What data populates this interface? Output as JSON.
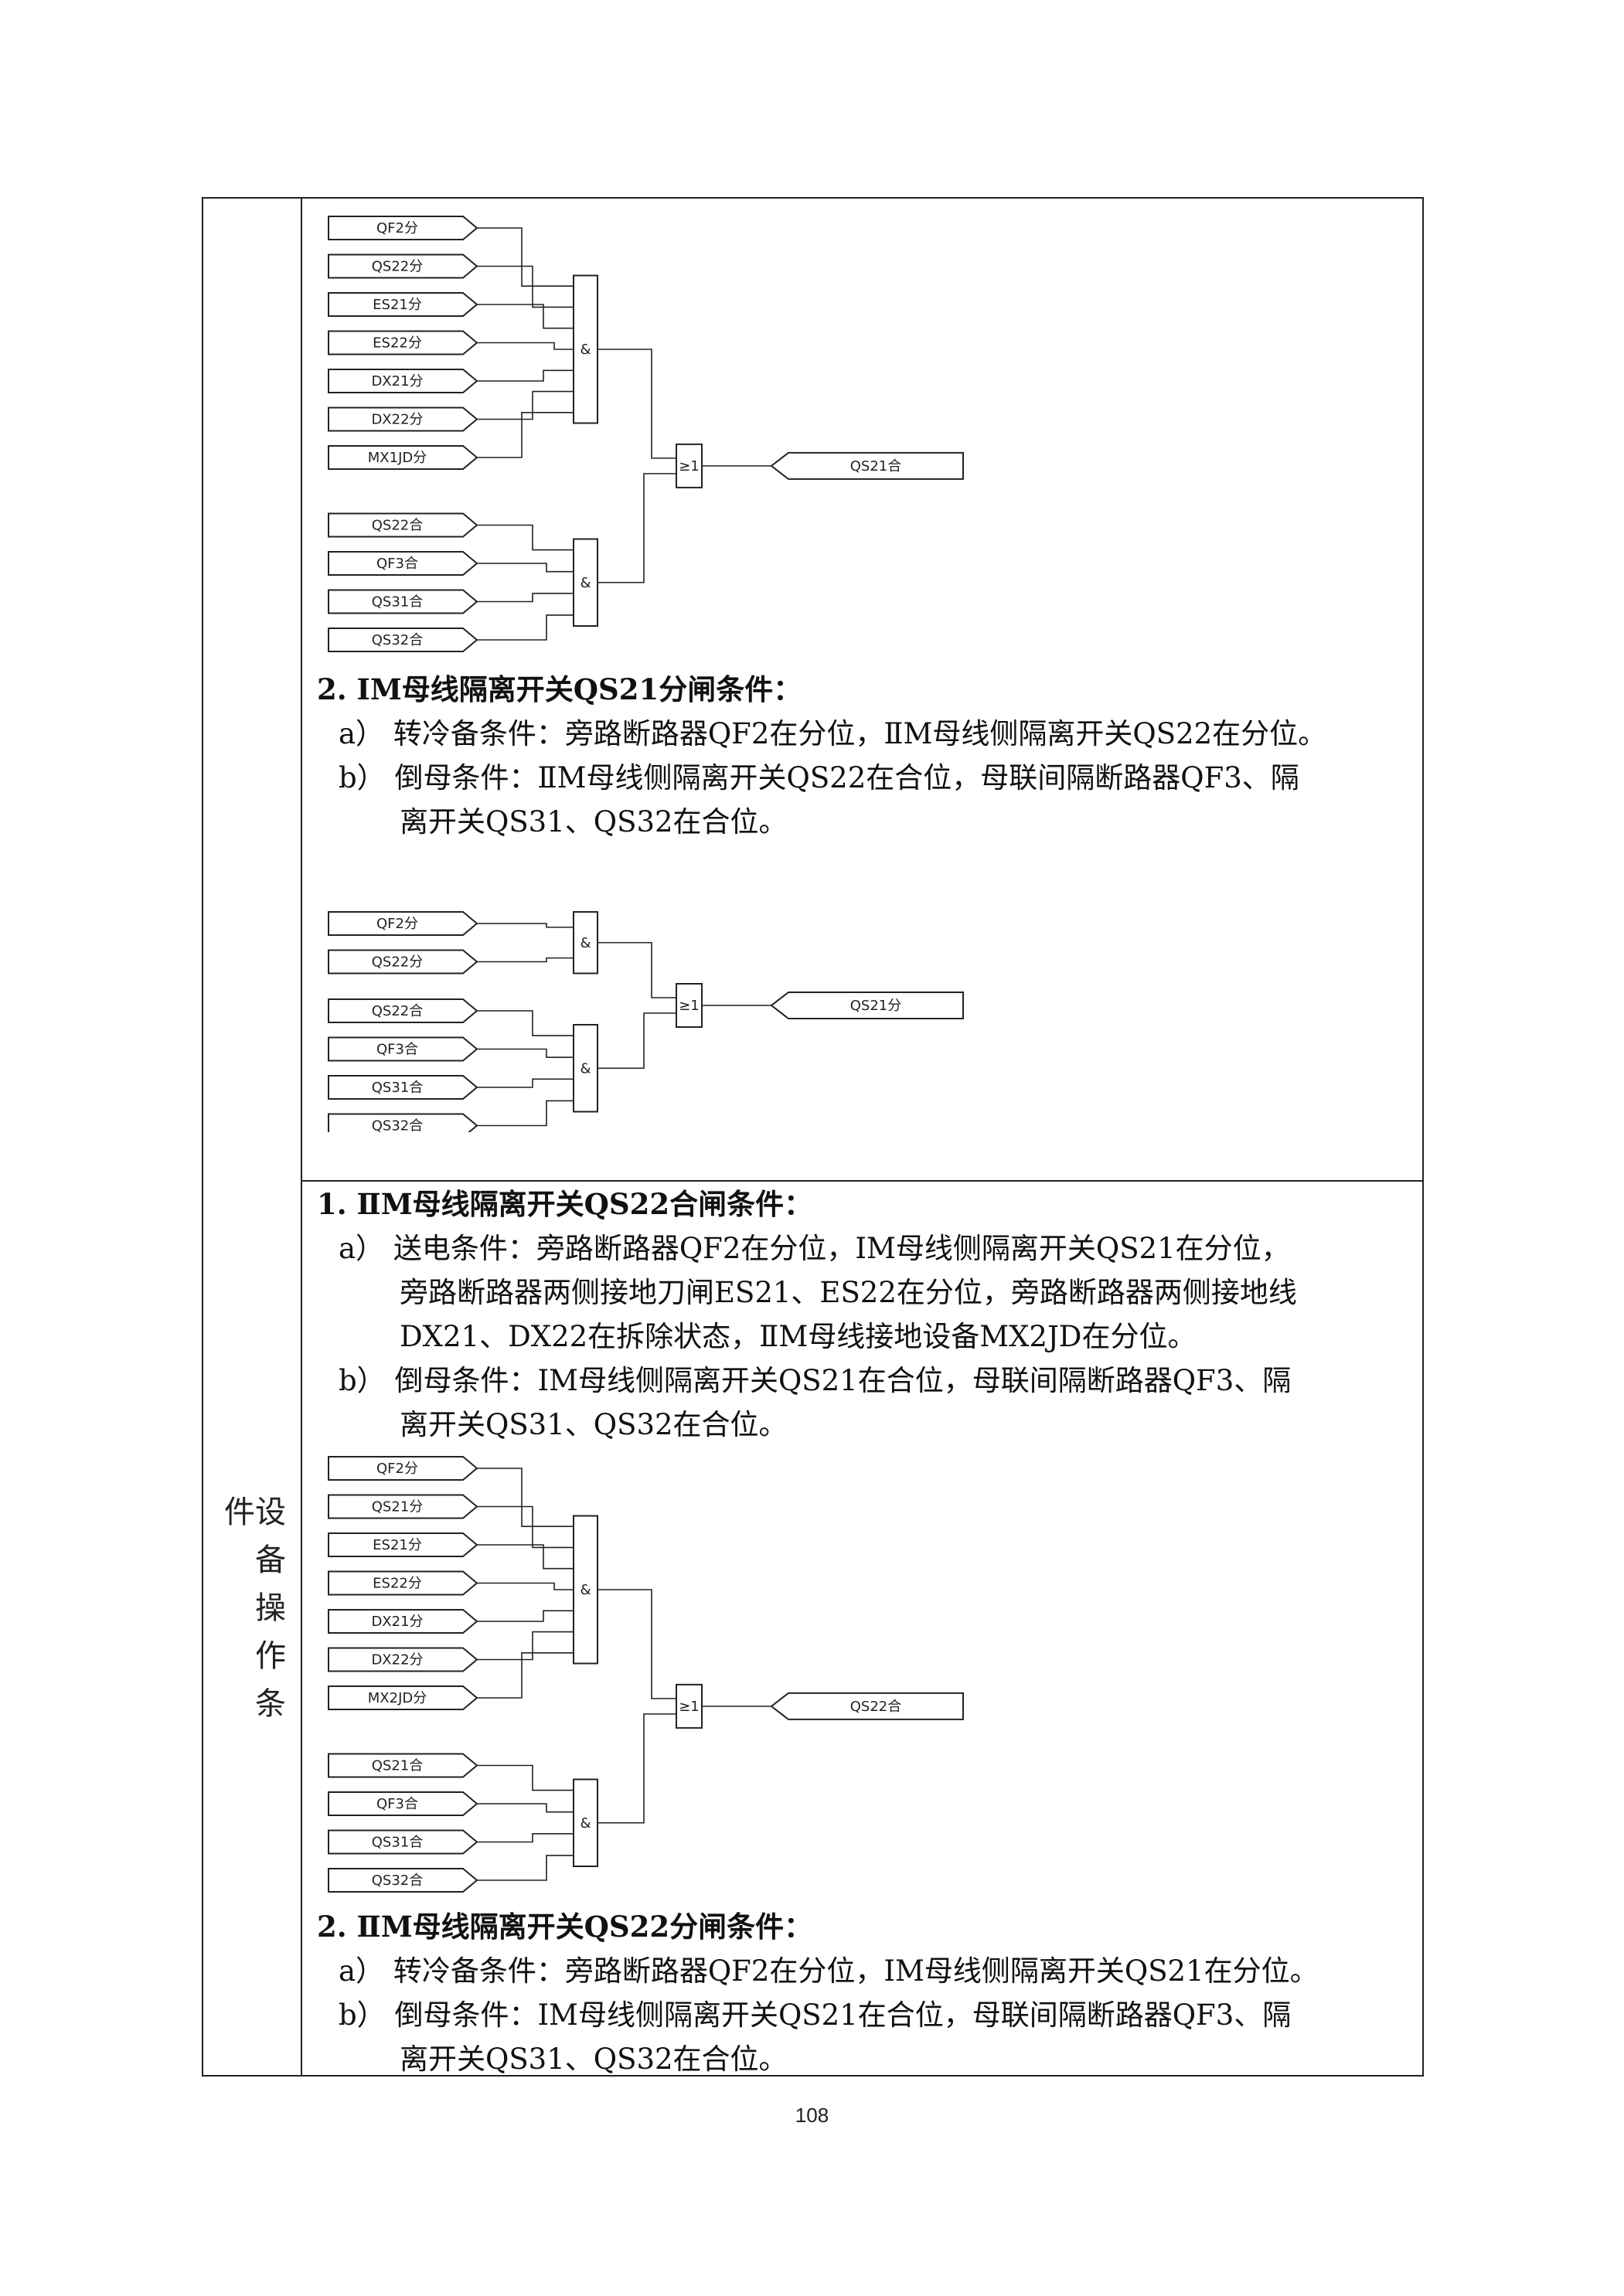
{
  "side_label": "设备操作条件",
  "page_number": "108",
  "sections": {
    "qs21_open": {
      "heading": "2.  ⅠM母线隔离开关QS21分闸条件：",
      "items": [
        "a） 转冷备条件：旁路断路器QF2在分位，ⅡM母线侧隔离开关QS22在分位。",
        "b） 倒母条件：ⅡM母线侧隔离开关QS22在合位，母联间隔断路器QF3、隔",
        "离开关QS31、QS32在合位。"
      ]
    },
    "qs22_close": {
      "heading": "1.  ⅡM母线隔离开关QS22合闸条件：",
      "items": [
        "a） 送电条件：旁路断路器QF2在分位，ⅠM母线侧隔离开关QS21在分位，",
        "旁路断路器两侧接地刀闸ES21、ES22在分位，旁路断路器两侧接地线",
        "DX21、DX22在拆除状态，ⅡM母线接地设备MX2JD在分位。",
        "b） 倒母条件：ⅠM母线侧隔离开关QS21在合位，母联间隔断路器QF3、隔",
        "离开关QS31、QS32在合位。"
      ]
    },
    "qs22_open": {
      "heading": "2.  ⅡM母线隔离开关QS22分闸条件：",
      "items": [
        "a） 转冷备条件：旁路断路器QF2在分位，ⅠM母线侧隔离开关QS21在分位。",
        "b） 倒母条件：ⅠM母线侧隔离开关QS21在合位，母联间隔断路器QF3、隔",
        "离开关QS31、QS32在合位。"
      ]
    }
  },
  "diagrams": {
    "d1": {
      "group_a": [
        "QF2分",
        "QS22分",
        "ES21分",
        "ES22分",
        "DX21分",
        "DX22分",
        "MX1JD分"
      ],
      "group_b": [
        "QS22合",
        "QF3合",
        "QS31合",
        "QS32合"
      ],
      "and_gate": "&",
      "or_gate": "≥1",
      "output": "QS21合"
    },
    "d2": {
      "group_a": [
        "QF2分",
        "QS22分"
      ],
      "group_b": [
        "QS22合",
        "QF3合",
        "QS31合",
        "QS32合"
      ],
      "and_gate": "&",
      "or_gate": "≥1",
      "output": "QS21分"
    },
    "d3": {
      "group_a": [
        "QF2分",
        "QS21分",
        "ES21分",
        "ES22分",
        "DX21分",
        "DX22分",
        "MX2JD分"
      ],
      "group_b": [
        "QS21合",
        "QF3合",
        "QS31合",
        "QS32合"
      ],
      "and_gate": "&",
      "or_gate": "≥1",
      "output": "QS22合"
    }
  }
}
